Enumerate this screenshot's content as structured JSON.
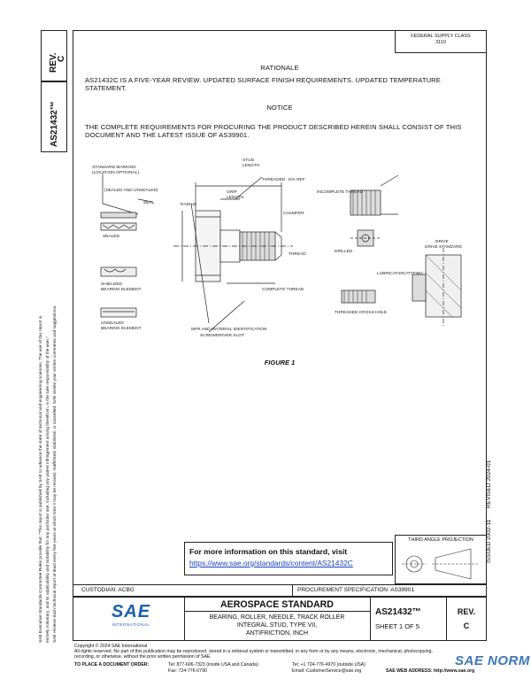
{
  "side": {
    "rev_label": "REV.",
    "rev_value": "C",
    "doc_number": "AS21432™",
    "disclaimer_1": "SAE Executive Standards Committee Rules provide that: \"This report is published by SAE to advance the state of technical and engineering sciences. The use of this report is",
    "disclaimer_2": "entirely voluntary, and its applicability and suitability for any particular use, including any patent infringement arising therefrom, is the sole responsibility of the user.\"",
    "disclaimer_3": "SAE reviews each technical report at least every five years at which time it may be revised, reaffirmed, stabilized, or cancelled. SAE invites your written comments and suggestions.",
    "issued": "ISSUED 2002-11",
    "revised": "REVISED 2024-01"
  },
  "top_right_box": {
    "line1": "FEDERAL SUPPLY CLASS",
    "line2": "3110"
  },
  "rationale": {
    "heading": "RATIONALE",
    "text": "AS21432C IS A FIVE-YEAR REVIEW. UPDATED SURFACE FINISH REQUIREMENTS. UPDATED TEMPERATURE STATEMENT."
  },
  "notice": {
    "heading": "NOTICE",
    "text": "THE COMPLETE REQUIREMENTS FOR PROCURING THE PRODUCT DESCRIBED HEREIN SHALL CONSIST OF THIS DOCUMENT AND THE LATEST ISSUE OF AS39901."
  },
  "figure": {
    "caption": "FIGURE 1",
    "labels": {
      "std_marking": "STANDARD MARKING",
      "std_marking_2": "(LOCATION OPTIONAL)",
      "stud_length": "STUD",
      "stud_length_2": "LENGTH",
      "dia_ref": "DIA REF",
      "threaded": "THREADED",
      "grip": "GRIP",
      "length": "LENGTH",
      "sealed_1": "SEALED",
      "sealed_2": "(SEALED AND UNSEALED)",
      "seal": "SEAL",
      "unsealed": "UNSEALED",
      "bearing_element": "BEARING ELEMENT",
      "shielded": "SHIELDED",
      "bearing_element_2": "BEARING ELEMENT",
      "radius": "RADIUS",
      "chamfer": "CHAMFER",
      "incomplete_thread": "INCOMPLETE THREAD",
      "thread": "THREAD",
      "complete_thread": "COMPLETE THREAD",
      "mfr_ident": "MFR AND MATERIAL IDENTIFICATION",
      "screwdriver_slot": "SCREWDRIVER SLOT",
      "drive": "DRIVE",
      "drilled_holes": "DRILLED",
      "lubrication_fitting": "LUBRICATION FITTING",
      "threaded_cross": "THREADED CROSS HOLE",
      "internal_drive": "DRIVE STANDARD"
    }
  },
  "more_info": {
    "line1": "For more information on this standard, visit",
    "link": "https://www.sae.org/standards/content/AS21432C"
  },
  "third_angle": "THIRD ANGLE PROJECTION",
  "title_block": {
    "custodian": "CUSTODIAN: ACBG",
    "procurement": "PROCUREMENT SPECIFICATION: AS39901",
    "logo_text": "SAE",
    "logo_sub": "INTERNATIONAL",
    "standard_type": "AEROSPACE STANDARD",
    "title_line1": "BEARING, ROLLER, NEEDLE, TRACK ROLLER",
    "title_line2": "INTEGRAL STUD, TYPE VII,",
    "title_line3": "ANTIFRICTION, INCH",
    "doc_number": "AS21432™",
    "sheet": "SHEET 1 OF 5",
    "rev_label": "REV.",
    "rev_value": "C"
  },
  "footer": {
    "copyright": "Copyright © 2024 SAE International",
    "rights": "All rights reserved. No part of this publication may be reproduced, stored in a retrieval system or transmitted, in any form or by any means, electronic, mechanical, photocopying,",
    "rights_2": "recording, or otherwise, without the prior written permission of SAE.",
    "order": "TO PLACE A DOCUMENT ORDER:",
    "tel1": "Tel: 877-606-7323 (inside USA and Canada)",
    "tel2": "Tel: +1 724-776-4970 (outside USA)",
    "fax": "Fax: 724-776-0790",
    "email": "Email: CustomerService@sae.org",
    "web": "SAE WEB ADDRESS: http://www.sae.org",
    "watermark": "SAE NORM"
  }
}
